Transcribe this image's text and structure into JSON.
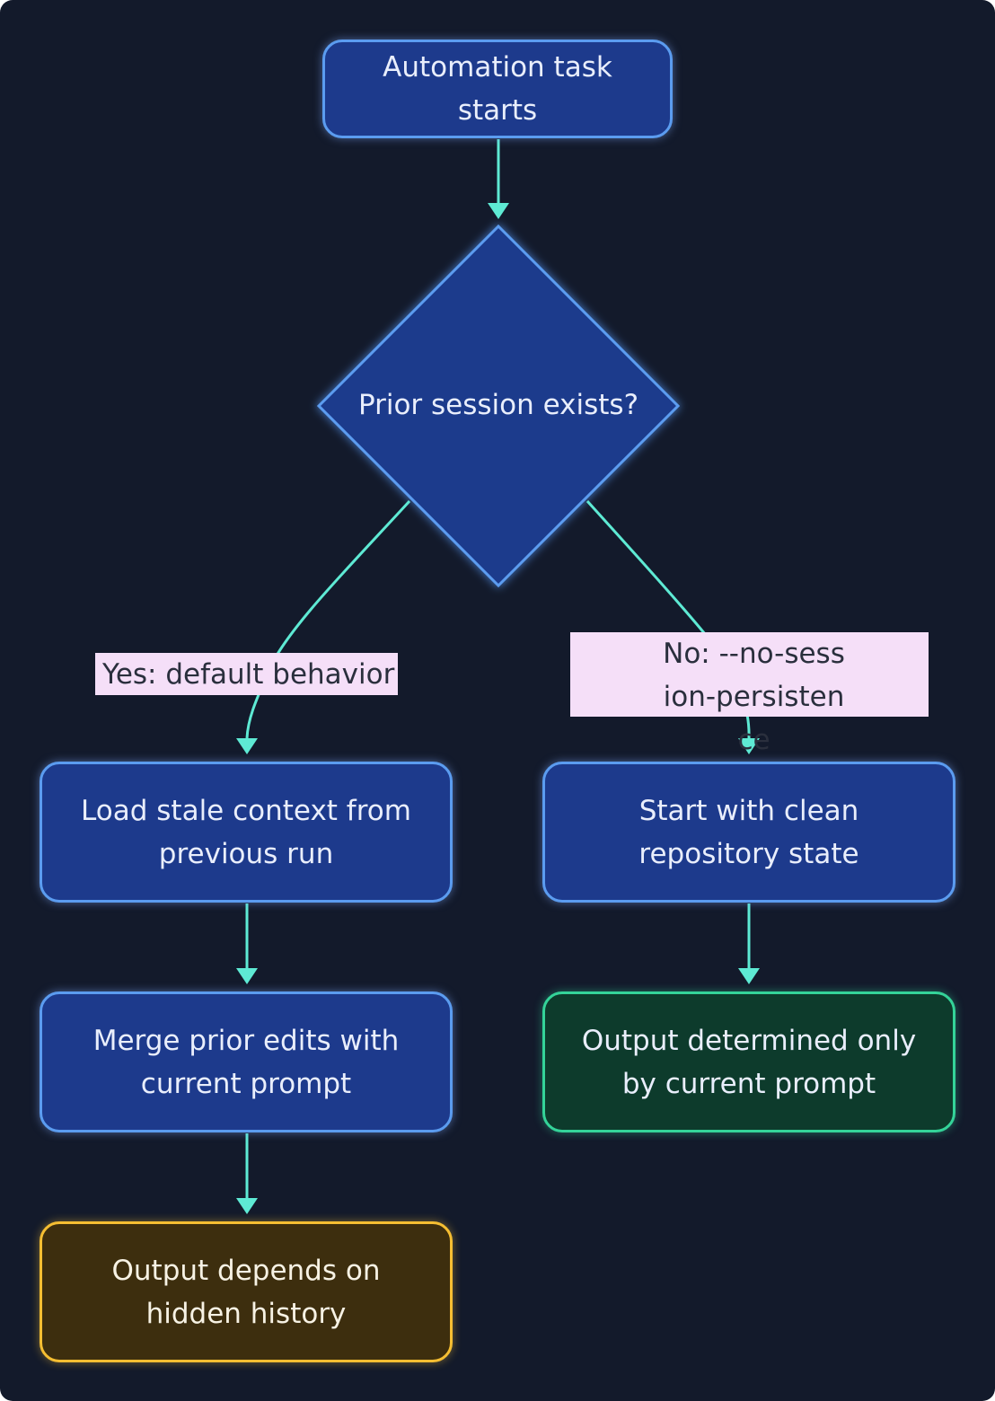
{
  "colors": {
    "background": "#131a2b",
    "node_fill": "#1d3a8c",
    "node_border": "#5b9cf0",
    "edge": "#5eead4",
    "success_fill": "#0d3b2c",
    "success_border": "#34d399",
    "warning_fill": "#3d2e0e",
    "warning_border": "#f5be32",
    "edge_label_bg": "#f5dff8"
  },
  "nodes": {
    "start": "Automation task starts",
    "decision": "Prior session exists?",
    "load_context": "Load stale context from previous run",
    "merge_edits": "Merge prior edits with current prompt",
    "output_hidden": "Output depends on hidden history",
    "clean_state": "Start with clean repository state",
    "output_current": "Output determined only by current prompt"
  },
  "edge_labels": {
    "yes": "Yes: default behavior",
    "no": "No: --no-session-persistence"
  }
}
